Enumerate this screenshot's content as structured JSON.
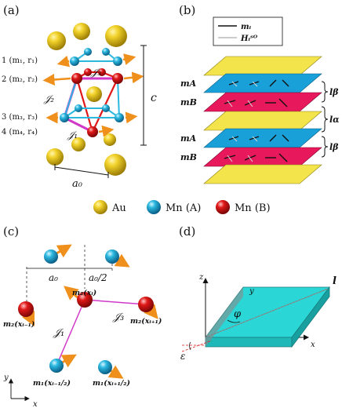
{
  "panels": {
    "a": {
      "label": "(a)",
      "site_labels": [
        "1 (m₁, r₁)",
        "2 (m₂, r₂)",
        "3 (m₃, r₃)",
        "4 (m₄, r₄)"
      ],
      "exchange": [
        "𝒥₁",
        "𝒥₂",
        "𝒥₃"
      ],
      "lattice_a": "a₀",
      "lattice_c": "c"
    },
    "b": {
      "label": "(b)",
      "legend": [
        "mᵢ",
        "Hᵢˢᴼ"
      ],
      "layer_labels": [
        "mA",
        "mB",
        "mA",
        "mB"
      ],
      "brace_labels": [
        "lβ",
        "lα",
        "lβ"
      ]
    },
    "c": {
      "label": "(c)",
      "spacing": [
        "a₀",
        "a₀/2"
      ],
      "sites": [
        "m₂(xᵢ)",
        "m₂(xᵢ₋₁)",
        "m₂(xᵢ₊₁)",
        "m₁(xᵢ₋₁/₂)",
        "m₁(xᵢ₊₁/₂)"
      ],
      "exchange": [
        "𝒥₁",
        "𝒥₃"
      ],
      "axes": [
        "y",
        "x"
      ]
    },
    "d": {
      "label": "(d)",
      "axes": [
        "z",
        "y",
        "x"
      ],
      "angles": [
        "φ",
        "ε"
      ],
      "vector": "l"
    }
  },
  "species_legend": [
    "Au",
    "Mn (A)",
    "Mn (B)"
  ],
  "colors": {
    "au": "#e8c81c",
    "mn_a": "#2bb8e0",
    "mn_b": "#e01818",
    "spin_arrow": "#f0901c",
    "bond_magenta": "#d238c8",
    "layer_yellow": "#f4e44c",
    "layer_blue": "#1aa0d8",
    "layer_red": "#e8185c",
    "slab_cyan": "#2ad6d6"
  }
}
